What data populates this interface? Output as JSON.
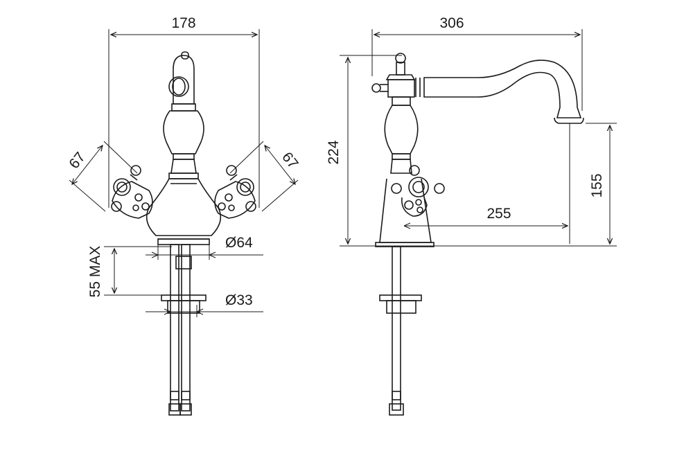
{
  "dimensions": {
    "front_width": "178",
    "handle_left": "67",
    "handle_right": "67",
    "base_diameter": "Ø64",
    "deck_thickness": "55 MAX",
    "shank_diameter": "Ø33",
    "side_width": "306",
    "total_height": "224",
    "spout_height": "155",
    "spout_reach": "255"
  }
}
